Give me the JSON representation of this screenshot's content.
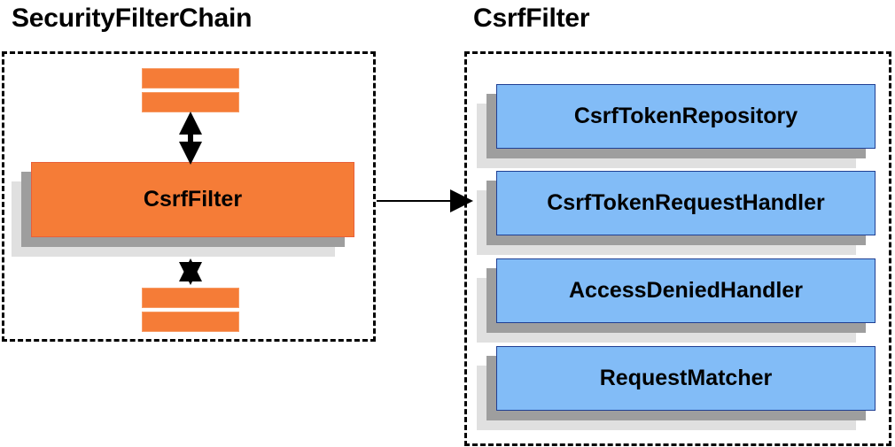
{
  "diagram": {
    "title_left": "SecurityFilterChain",
    "title_right": "CsrfFilter",
    "background": "#ffffff",
    "colors": {
      "orange_fill": "#f57c37",
      "orange_border": "#e8603a",
      "blue_fill": "#82bcf7",
      "blue_border": "#1f3f93",
      "shadow_near": "#9e9e9e",
      "shadow_far": "#e0e0e0",
      "line": "#000000",
      "panel_border": "#000000"
    }
  },
  "left_panel": {
    "name": "SecurityFilterChain",
    "filter_box": {
      "label": "CsrfFilter"
    },
    "bars_above": [
      {
        "label": ""
      },
      {
        "label": ""
      }
    ],
    "bars_below": [
      {
        "label": ""
      },
      {
        "label": ""
      }
    ],
    "connectors": [
      {
        "from": "bars-above",
        "to": "CsrfFilter",
        "style": "double-arrow-vertical"
      },
      {
        "from": "CsrfFilter",
        "to": "bars-below",
        "style": "double-arrow-vertical"
      }
    ]
  },
  "right_panel": {
    "name": "CsrfFilter",
    "collaborators": [
      {
        "label": "CsrfTokenRepository"
      },
      {
        "label": "CsrfTokenRequestHandler"
      },
      {
        "label": "AccessDeniedHandler"
      },
      {
        "label": "RequestMatcher"
      }
    ]
  },
  "cross_connector": {
    "from": "CsrfFilter",
    "to": "CsrfFilter collaborators",
    "style": "single-arrow-right"
  }
}
